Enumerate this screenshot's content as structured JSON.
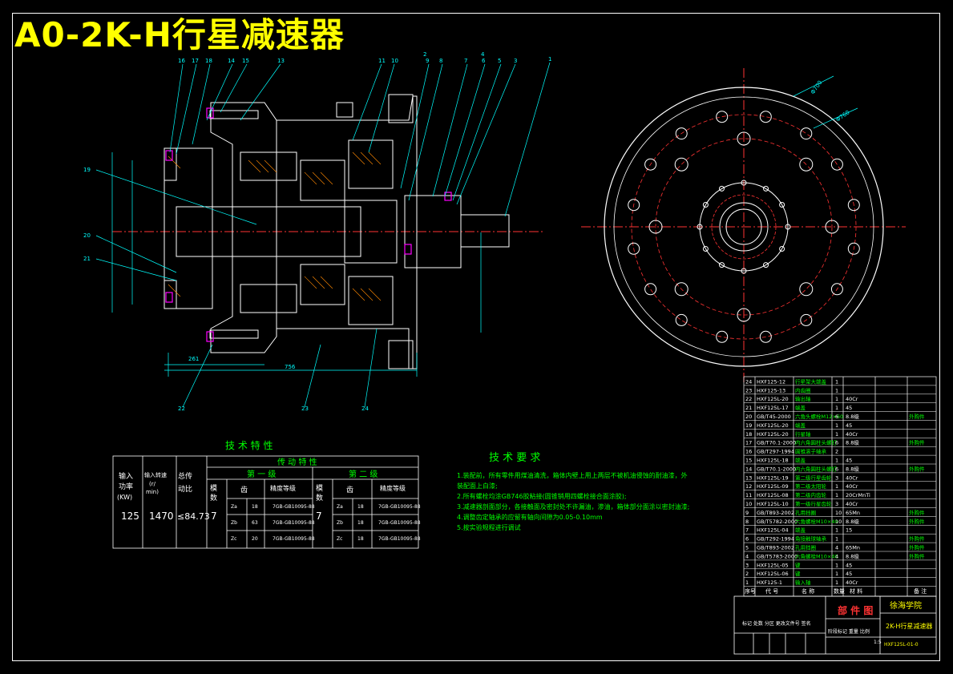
{
  "title": "A0-2K-H行星减速器",
  "leader_labels_top": [
    "16",
    "17",
    "18",
    "14",
    "15",
    "13",
    "11",
    "10",
    "9",
    "8",
    "7",
    "6",
    "5",
    "4",
    "3",
    "2",
    "1"
  ],
  "leader_labels_side": [
    "19",
    "20",
    "21",
    "22",
    "23",
    "24"
  ],
  "dims": {
    "d1": "261",
    "d2": "756",
    "d3": "Φ700",
    "d4": "Φ760"
  },
  "tech_char": {
    "heading": "技 术 特 性",
    "h_power": "输入\n功率\n(KW)",
    "h_speed": "输入转速\n(r/min)",
    "h_ratio": "总传\n动比",
    "h_trans": "传 动 特 性",
    "h_stage1": "第 一 级",
    "h_stage2": "第 二 级",
    "h_module": "模数",
    "h_teeth": "齿",
    "h_grade": "精度等级",
    "power": "125",
    "speed": "1470",
    "ratio": "≤84.73",
    "module1": "7",
    "module2": "7",
    "stage1_rows": [
      [
        "Za",
        "18",
        "7GB-GB10095-88"
      ],
      [
        "Zb",
        "63",
        "7GB-GB10095-88"
      ],
      [
        "Zc",
        "20",
        "7GB-GB10095-88"
      ]
    ],
    "stage2_rows": [
      [
        "Za",
        "18",
        "7GB-GB10095-88"
      ],
      [
        "Zb",
        "18",
        "7GB-GB10095-88"
      ],
      [
        "Zc",
        "18",
        "7GB-GB10095-88"
      ]
    ]
  },
  "tech_req": {
    "heading": "技 术 要 求",
    "items": [
      "1.装配前，所有零件用煤油清洗，箱体内壁上用上两层不被机油侵蚀的耐油漆，外",
      "  装配面上白漆;",
      "2.所有螺栓均涂GB746胶粘接(圆锥销用四螺栓接合面涂胶);",
      "3.减速器剖面部分，各接触面及密封处不许漏油，渗油，箱体部分面涂以密封油漆;",
      "4.调整齿定轴承的应留有轴向间隙为0.05-0.10mm",
      "5.按实验规程进行调试"
    ]
  },
  "bom": {
    "rows": [
      [
        "24",
        "HXF125-12",
        "行星架大端盖",
        "1",
        "",
        ""
      ],
      [
        "23",
        "HXF125-13",
        "内齿圈",
        "1",
        "",
        ""
      ],
      [
        "22",
        "HXF125L-20",
        "输出轴",
        "1",
        "40Cr",
        ""
      ],
      [
        "21",
        "HXF125L-17",
        "端盖",
        "1",
        "45",
        ""
      ],
      [
        "20",
        "GB/T45-2000",
        "六角头螺栓M12×60",
        "6",
        "8.8级",
        "外购件"
      ],
      [
        "19",
        "HXF125L-20",
        "端盖",
        "1",
        "45",
        ""
      ],
      [
        "18",
        "HXF125L-20",
        "行星轴",
        "1",
        "40Cr",
        ""
      ],
      [
        "17",
        "GB/T70.1-2000",
        "内六角圆柱头螺钉",
        "6",
        "8.8级",
        "外购件"
      ],
      [
        "16",
        "GB/T297-1994",
        "圆锥滚子轴承",
        "2",
        "",
        ""
      ],
      [
        "15",
        "HXF125L-18",
        "端盖",
        "1",
        "45",
        ""
      ],
      [
        "14",
        "GB/T70.1-2000",
        "内六角圆柱头螺钉",
        "6",
        "8.8级",
        "外购件"
      ],
      [
        "13",
        "HXF125L-19",
        "第二级行星齿轮",
        "3",
        "40Cr",
        ""
      ],
      [
        "12",
        "HXF125L-09",
        "第二级太阳轮",
        "1",
        "40Cr",
        ""
      ],
      [
        "11",
        "HXF125L-08",
        "第二级内齿轮",
        "1",
        "20CrMnTi",
        ""
      ],
      [
        "10",
        "HXF125L-10",
        "第一级行星齿轮",
        "3",
        "40Cr",
        ""
      ],
      [
        "9",
        "GB/T893-2002",
        "孔用挡圈",
        "10",
        "65Mn",
        "外购件"
      ],
      [
        "8",
        "GB/T5782-2000",
        "六角螺栓M10×40",
        "10",
        "8.8级",
        "外购件"
      ],
      [
        "7",
        "HXF125L-04",
        "端盖",
        "1",
        "15",
        ""
      ],
      [
        "6",
        "GB/T292-1994",
        "角接触球轴承",
        "1",
        "",
        "外购件"
      ],
      [
        "5",
        "GB/T893-2002",
        "孔用挡圈",
        "4",
        "65Mn",
        "外购件"
      ],
      [
        "4",
        "GB/T5783-2000",
        "六角螺栓M10×40",
        "4",
        "8.8级",
        "外购件"
      ],
      [
        "3",
        "HXF125L-05",
        "键",
        "1",
        "45",
        ""
      ],
      [
        "2",
        "HXF125L-06",
        "键",
        "1",
        "45",
        ""
      ],
      [
        "1",
        "HXF125-1",
        "输入轴",
        "1",
        "40Cr",
        ""
      ]
    ],
    "h_no": "序号",
    "h_code": "代 号",
    "h_name": "名 称",
    "h_qty": "数量",
    "h_mat": "材 料",
    "h_note": "备 注"
  },
  "title_block": {
    "drawing_type": "部 件 图",
    "school": "徐海学院",
    "name": "2K-H行星减速器",
    "scale": "1:5",
    "number": "HXF125L-01-0",
    "design": "标记 处数 分区 更改文件号 签名",
    "approve": "阶段标记 重量 比例"
  },
  "colors": {
    "frame": "#ffffff",
    "title": "#ffff00",
    "body": "#ffffff",
    "center": "#ff3333",
    "dim": "#00ffff",
    "text": "#00ff00"
  }
}
